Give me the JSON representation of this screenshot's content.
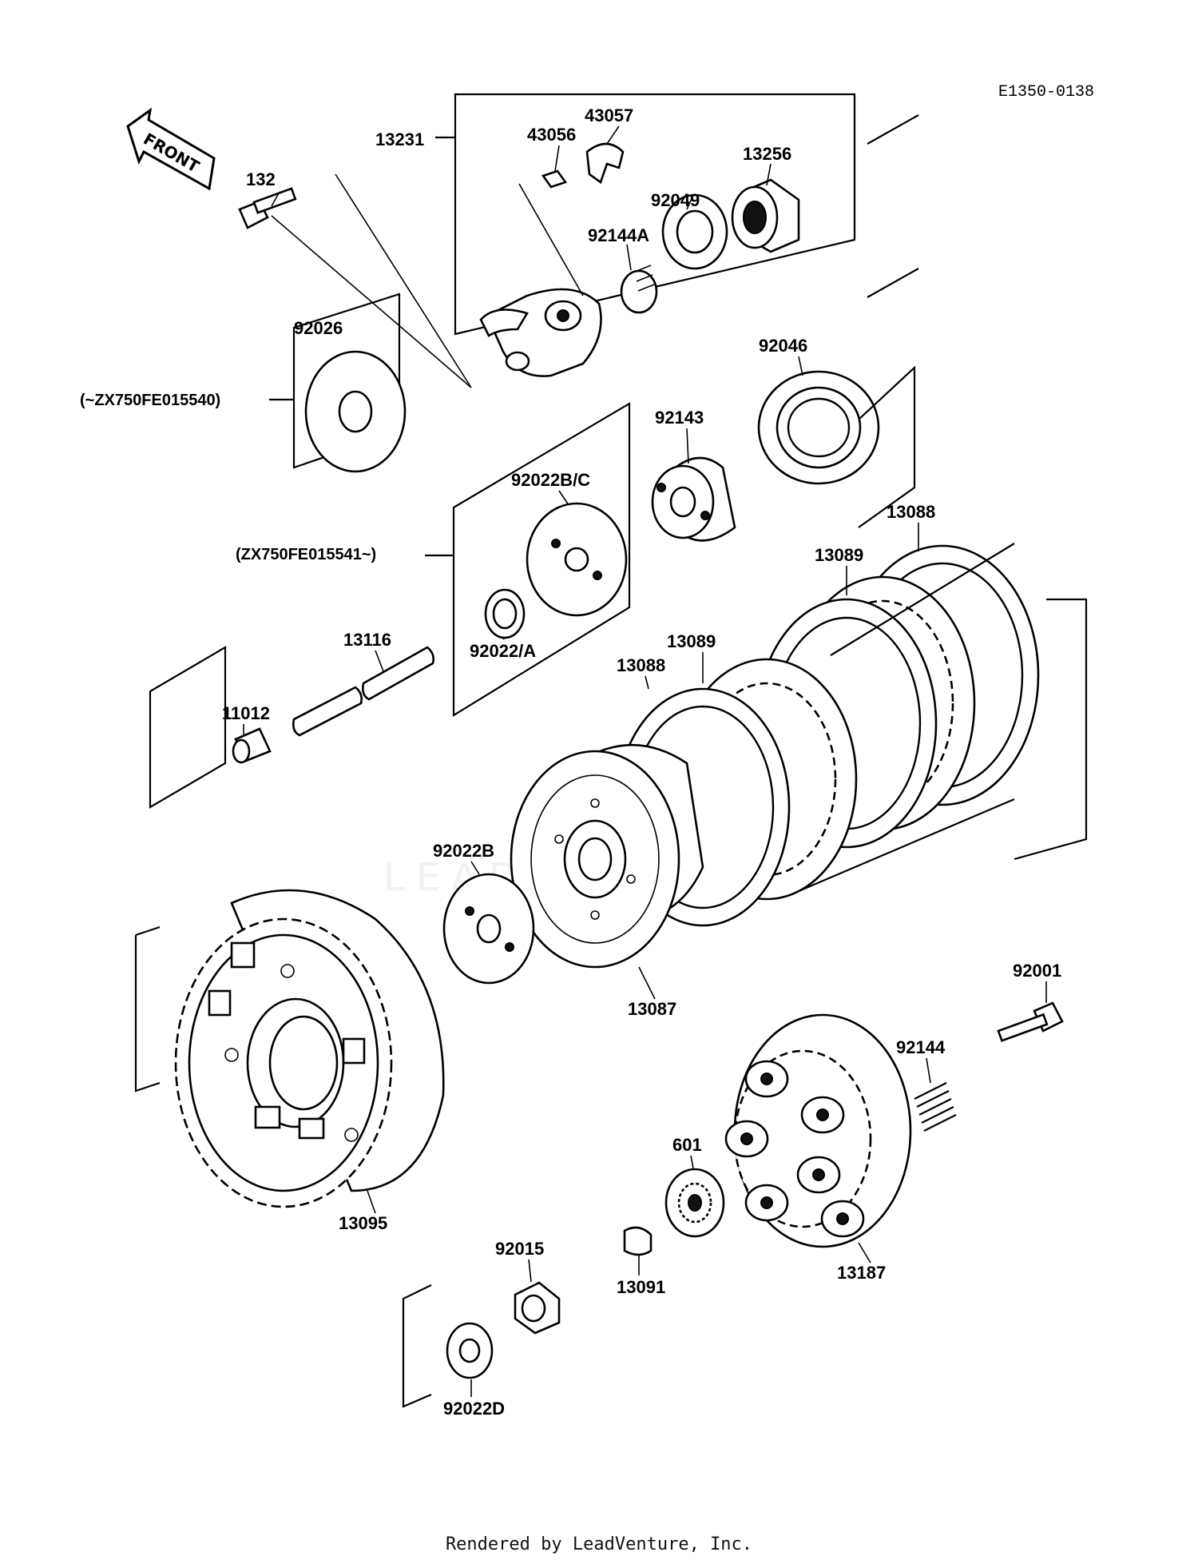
{
  "diagram_code": "E1350-0138",
  "front_label": "FRONT",
  "ranges": {
    "early": "(~ZX750FE015540)",
    "late": "(ZX750FE015541~)"
  },
  "parts": {
    "p13231": "13231",
    "p43056": "43056",
    "p43057": "43057",
    "p13256": "13256",
    "p92049": "92049",
    "p92144A": "92144A",
    "p132": "132",
    "p92026": "92026",
    "p92046": "92046",
    "p92143": "92143",
    "p92022BC": "92022B/C",
    "p92022A": "92022/A",
    "p13116": "13116",
    "p11012": "11012",
    "p13088a": "13088",
    "p13089a": "13089",
    "p13088b": "13088",
    "p13089b": "13089",
    "p92022B": "92022B",
    "p13087": "13087",
    "p92001": "92001",
    "p92144": "92144",
    "p601": "601",
    "p13095": "13095",
    "p92015": "92015",
    "p13091": "13091",
    "p13187": "13187",
    "p92022D": "92022D"
  },
  "footer": "Rendered by LeadVenture, Inc."
}
